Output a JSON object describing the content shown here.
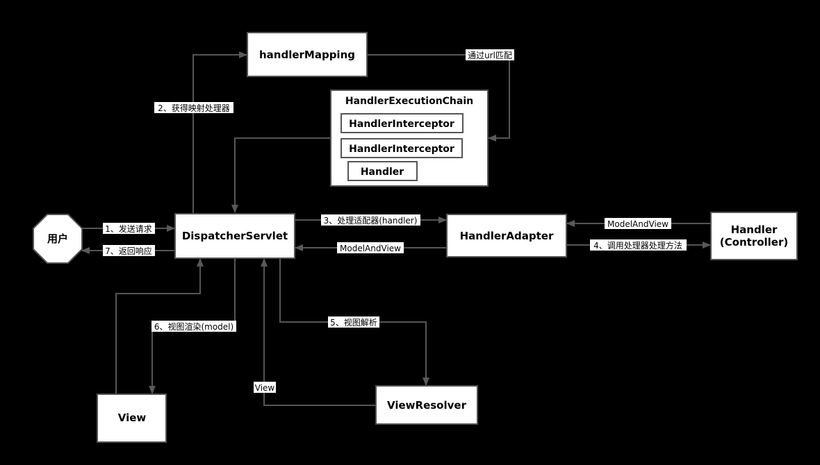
{
  "nodes": {
    "user": "用户",
    "dispatcher": "DispatcherServlet",
    "handler_mapping": "handlerMapping",
    "execution_chain": "HandlerExecutionChain",
    "interceptor_1": "HandlerInterceptor",
    "interceptor_2": "HandlerInterceptor",
    "handler_inner": "Handler",
    "handler_adapter": "HandlerAdapter",
    "handler_line1": "Handler",
    "handler_line2": "(Controller)",
    "view_resolver": "ViewResolver",
    "view": "View"
  },
  "edges": {
    "send_request": "1、发送请求",
    "return_response": "7、返回响应",
    "get_mapping": "2、获得映射处理器",
    "url_match": "通过url匹配",
    "call_adapter": "3、处理适配器(handler)",
    "adapter_return": "ModelAndView",
    "call_handler": "4、调用处理器处理方法",
    "handler_return": "ModelAndView",
    "resolve_view": "5、视图解析",
    "resolver_return": "View",
    "render_view": "6、视图渲染(model)"
  },
  "colors": {
    "background": "#000000",
    "node_fill": "#ffffff",
    "node_border": "#555555",
    "line": "#555555",
    "label_bg": "#ffffff",
    "text": "#000000"
  }
}
